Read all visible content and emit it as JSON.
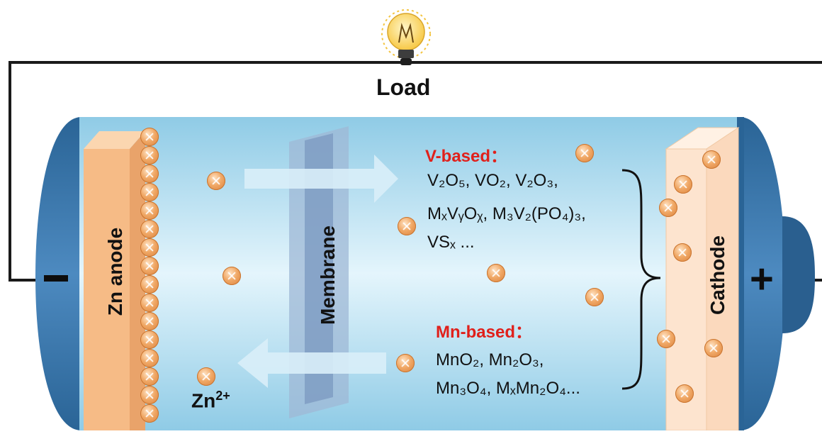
{
  "diagram": {
    "load_label": "Load",
    "zn_anode_label": "Zn anode",
    "membrane_label": "Membrane",
    "cathode_label": "Cathode",
    "negative_sign": "-",
    "positive_sign": "+",
    "ion_label": "Zn",
    "ion_charge": "2+",
    "v_based_heading": "V-based：",
    "v_based_line1": "V₂O₅, VO₂, V₂O₃,",
    "v_based_line2": "MₓVᵧOᵪ, M₃V₂(PO₄)₃,",
    "v_based_line3": "VSₓ ...",
    "mn_based_heading": "Mn-based：",
    "mn_based_line1": "MnO₂, Mn₂O₃,",
    "mn_based_line2": "Mn₃O₄, MₓMn₂O₄...",
    "colors": {
      "electrolyte": "#bfe3f2",
      "battery_shell": "#2f6d9c",
      "anode": "#f6c08e",
      "cathode": "#fde6d0",
      "membrane": "#7f9fc4",
      "highlight_red": "#e0201b",
      "ion": "#e8955a"
    },
    "icons": [
      "light-bulb-icon",
      "arrow-right-icon",
      "arrow-left-icon",
      "brace-icon"
    ]
  }
}
